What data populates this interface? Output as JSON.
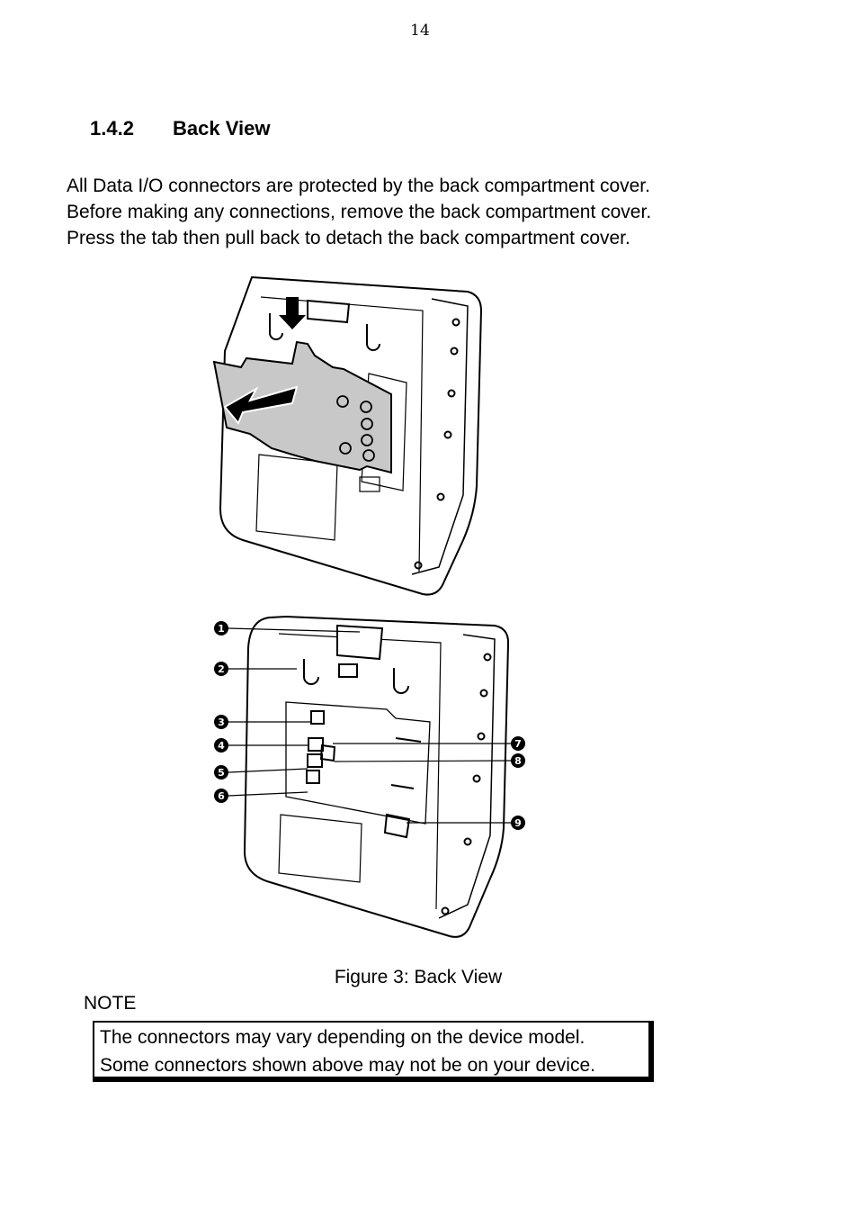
{
  "page_number": "14",
  "section": {
    "number": "1.4.2",
    "title": "Back View"
  },
  "body_lines": [
    "All Data I/O connectors are protected by the back compartment cover.",
    "Before making any connections, remove the back compartment cover.",
    "Press the tab then pull back to detach the back compartment cover."
  ],
  "figure": {
    "caption": "Figure 3: Back View",
    "callouts": [
      "1",
      "2",
      "3",
      "4",
      "5",
      "6",
      "7",
      "8",
      "9"
    ]
  },
  "note": {
    "label": "NOTE",
    "lines": [
      "The connectors may vary depending on the device model.",
      "Some connectors shown above may not be on your device."
    ]
  }
}
